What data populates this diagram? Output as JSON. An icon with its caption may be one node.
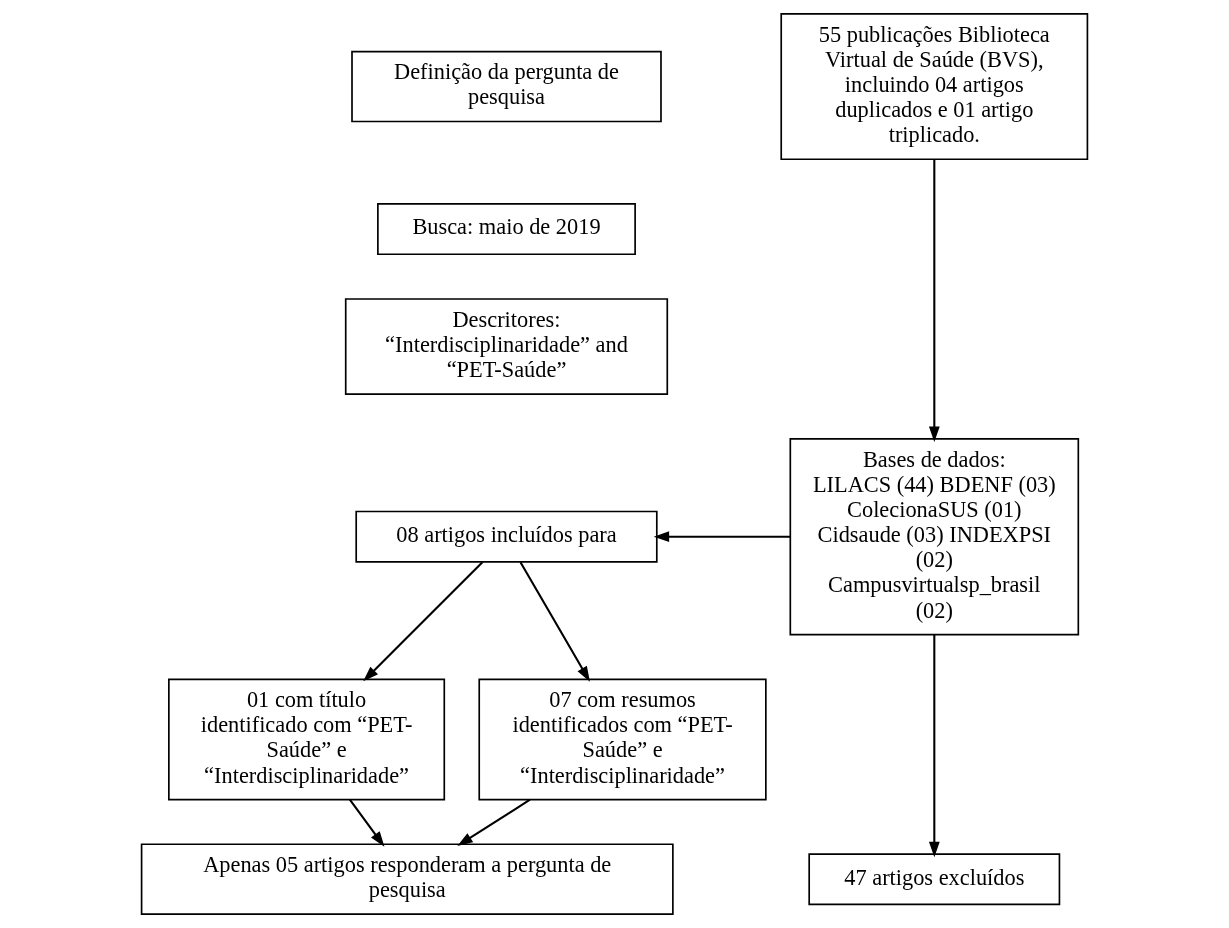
{
  "diagram": {
    "nodes": [
      {
        "text": [
          "Definição da pergunta de pesquisa"
        ]
      },
      {
        "text": [
          "Busca: maio de 2019"
        ]
      },
      {
        "text": [
          "Descritores: “Interdisciplinaridade” and “PET-Saúde”"
        ]
      },
      {
        "text": [
          "55 publicações Biblioteca Virtual de Saúde (BVS), incluindo 04 artigos duplicados e 01 artigo triplicado."
        ]
      },
      {
        "text": [
          "Bases de dados:",
          "LILACS (44) BDENF (03) ColecionaSUS (01) Cidsaude (03) INDEXPSI (02) Campusvirtualsp_brasil (02)"
        ]
      },
      {
        "text": [
          "08 artigos incluídos para"
        ]
      },
      {
        "text": [
          "01 com título identificado com “PET-Saúde” e “Interdisciplinaridade”"
        ]
      },
      {
        "text": [
          "07 com resumos identificados com “PET-Saúde” e “Interdisciplinaridade”"
        ]
      },
      {
        "text": [
          "47 artigos excluídos"
        ]
      },
      {
        "text": [
          "Apenas 05 artigos responderam a pergunta de pesquisa"
        ]
      }
    ],
    "edges": [
      {
        "from": 3,
        "to": 4,
        "arrow": "to"
      },
      {
        "from": 4,
        "to": 5,
        "arrow": "to"
      },
      {
        "from": 5,
        "to": 6,
        "arrow": "to"
      },
      {
        "from": 5,
        "to": 7,
        "arrow": "to"
      },
      {
        "from": 4,
        "to": 8,
        "arrow": "to"
      },
      {
        "from": 6,
        "to": 9,
        "arrow": "to"
      },
      {
        "from": 7,
        "to": 9,
        "arrow": "to"
      }
    ]
  }
}
